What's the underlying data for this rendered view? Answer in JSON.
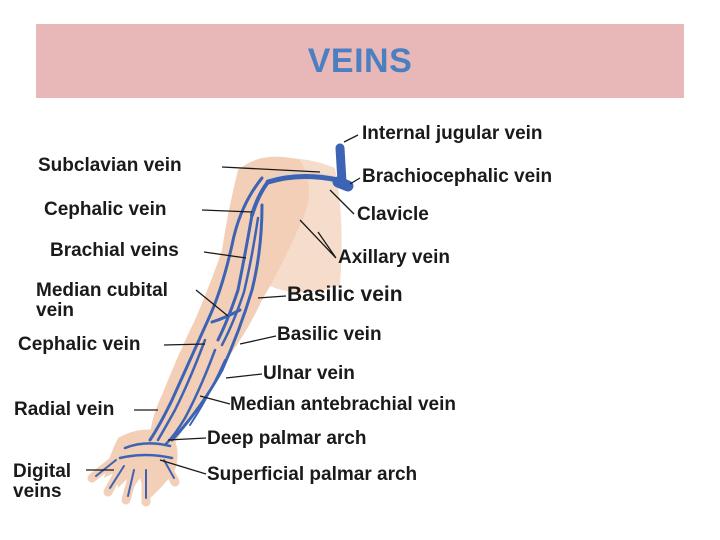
{
  "title": "VEINS",
  "colors": {
    "title_band": "#e8b8b8",
    "title_text": "#4a7fc1",
    "vein": "#3d63b5",
    "skin": "#f2cfb6"
  },
  "labels": {
    "internal_jugular": "Internal jugular vein",
    "brachiocephalic": "Brachiocephalic vein",
    "clavicle": "Clavicle",
    "axillary": "Axillary vein",
    "basilic_upper": "Basilic vein",
    "basilic_lower": "Basilic vein",
    "ulnar": "Ulnar vein",
    "median_antebrachial": "Median antebrachial vein",
    "deep_palmar": "Deep palmar arch",
    "superficial_palmar": "Superficial palmar arch",
    "subclavian": "Subclavian vein",
    "cephalic_upper": "Cephalic vein",
    "brachial": "Brachial veins",
    "median_cubital": "Median cubital\nvein",
    "cephalic_lower": "Cephalic vein",
    "radial": "Radial vein",
    "digital": "Digital\nveins"
  }
}
